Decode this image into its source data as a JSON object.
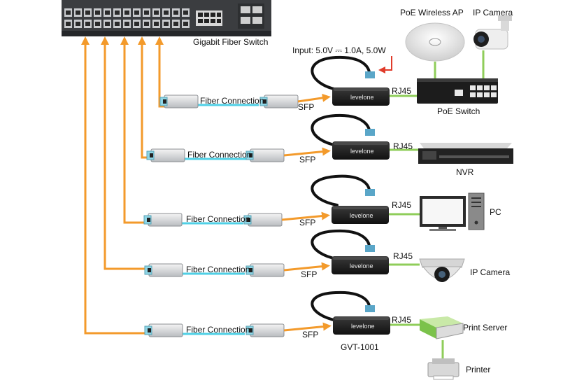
{
  "switch": {
    "label": "Gigabit Fiber Switch"
  },
  "input_note": "Input: 5.0V ⎓ 1.0A, 5.0W",
  "converter": {
    "brand": "levelone",
    "model": "GVT-1001",
    "sfp_label": "SFP",
    "rj45_label": "RJ45"
  },
  "rows": [
    {
      "fiber_label": "Fiber Connection",
      "device_label": "PoE Switch"
    },
    {
      "fiber_label": "Fiber Connection",
      "device_label": "NVR"
    },
    {
      "fiber_label": "Fiber Connection",
      "device_label": "PC"
    },
    {
      "fiber_label": "Fiber Connection",
      "device_label": "IP Camera"
    },
    {
      "fiber_label": "Fiber Connection",
      "device_label": "Print Server"
    }
  ],
  "poe_devices": {
    "ap_label": "PoE Wireless AP",
    "camera_label": "IP Camera"
  },
  "printer": {
    "label": "Printer"
  },
  "colors": {
    "orange": "#f39a2b",
    "fiber": "#4fd0e6",
    "ethernet": "#8fcd5a",
    "red": "#e03b2a"
  }
}
